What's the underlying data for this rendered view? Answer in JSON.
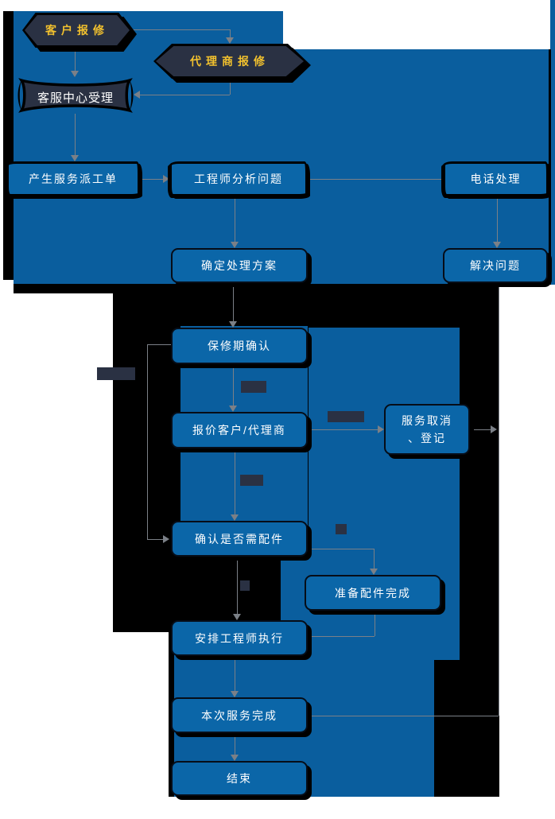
{
  "diagram": {
    "type": "flowchart",
    "language": "zh-CN",
    "nodes": {
      "customer_report": "客户报修",
      "agent_report": "代理商报修",
      "service_center": "客服中心受理",
      "dispatch_order": "产生服务派工单",
      "engineer_analysis": "工程师分析问题",
      "phone_handle": "电话处理",
      "confirm_plan": "确定处理方案",
      "solve_problem": "解决问题",
      "warranty_confirm": "保修期确认",
      "quote_customer": "报价客户/代理商",
      "service_cancel_line1": "服务取消",
      "service_cancel_line2": "、登记",
      "confirm_parts": "确认是否需配件",
      "parts_ready": "准备配件完成",
      "arrange_engineer": "安排工程师执行",
      "service_complete": "本次服务完成",
      "end": "结束"
    },
    "condition_label_boxes": [
      {
        "name": "label-left-of-warranty",
        "text": ""
      },
      {
        "name": "label-below-warranty",
        "text": ""
      },
      {
        "name": "label-left-of-cancel",
        "text": ""
      },
      {
        "name": "label-below-quote",
        "text": ""
      },
      {
        "name": "label-right-of-parts-check",
        "text": ""
      },
      {
        "name": "label-below-parts-check",
        "text": ""
      }
    ],
    "edges": [
      {
        "from": "customer_report",
        "to": "service_center"
      },
      {
        "from": "customer_report",
        "to": "agent_report"
      },
      {
        "from": "agent_report",
        "to": "service_center"
      },
      {
        "from": "service_center",
        "to": "dispatch_order"
      },
      {
        "from": "dispatch_order",
        "to": "engineer_analysis"
      },
      {
        "from": "engineer_analysis",
        "to": "phone_handle"
      },
      {
        "from": "engineer_analysis",
        "to": "confirm_plan"
      },
      {
        "from": "phone_handle",
        "to": "solve_problem"
      },
      {
        "from": "confirm_plan",
        "to": "warranty_confirm"
      },
      {
        "from": "warranty_confirm",
        "to": "quote_customer"
      },
      {
        "from": "warranty_confirm",
        "to": "confirm_parts"
      },
      {
        "from": "quote_customer",
        "to": "service_cancel"
      },
      {
        "from": "quote_customer",
        "to": "confirm_parts"
      },
      {
        "from": "service_cancel",
        "to": "merge_line_right"
      },
      {
        "from": "solve_problem",
        "to": "service_complete"
      },
      {
        "from": "confirm_parts",
        "to": "parts_ready"
      },
      {
        "from": "confirm_parts",
        "to": "arrange_engineer"
      },
      {
        "from": "parts_ready",
        "to": "arrange_engineer"
      },
      {
        "from": "arrange_engineer",
        "to": "service_complete"
      },
      {
        "from": "service_complete",
        "to": "end"
      }
    ],
    "colors": {
      "panel_blue": "#0a5e9e",
      "node_blue": "#0b66a8",
      "dark_navy": "#2a3143",
      "accent_yellow": "#f2c12e",
      "connector_gray": "#7b8087",
      "shadow_black": "#000000",
      "page_white": "#ffffff",
      "node_text": "#ffffff"
    }
  }
}
